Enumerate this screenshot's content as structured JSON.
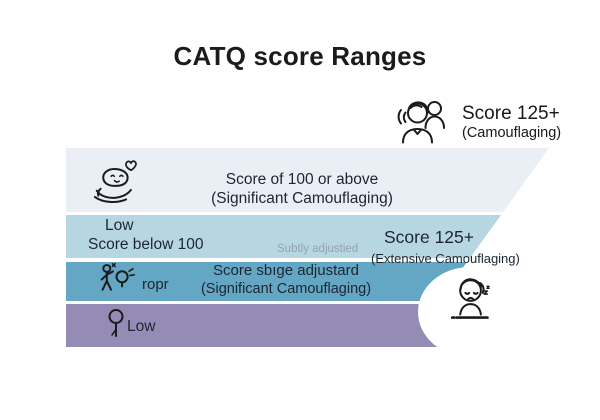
{
  "title": "CATQ score Ranges",
  "legend_top_right": {
    "score": "Score 125+",
    "label": "(Camouflaging)",
    "icon": "camouflaging-people-icon"
  },
  "bands": [
    {
      "icon": "care-hand-icon",
      "line1": "Score of 100 or above",
      "line2": "(Significant Camouflaging)",
      "color": "#e9eff5"
    },
    {
      "left_line1": "Low",
      "left_line2": "Score below 100",
      "note": "Subtly adjustied",
      "right_line1": "Score 125+",
      "right_line2": "(Extensive Camouflaging)",
      "color": "#b7d6e4"
    },
    {
      "icon": "person-lightbulb-icon",
      "icon_label": "ropr",
      "line1": "Score sbıge adjustard",
      "line2": "(Significant Camouflaging)",
      "color": "#63a7c4"
    },
    {
      "icon": "person-outline-icon",
      "label": "Low",
      "color": "#958cb6"
    }
  ],
  "cutout": {
    "icon": "tired-person-icon"
  },
  "colors": {
    "band1": "#e9eff5",
    "band2": "#b7d6e4",
    "band3": "#63a7c4",
    "band4": "#958cb6",
    "note_text": "#93a2b1",
    "text": "#1d2630",
    "title": "#1b1b1b",
    "background": "#ffffff"
  }
}
